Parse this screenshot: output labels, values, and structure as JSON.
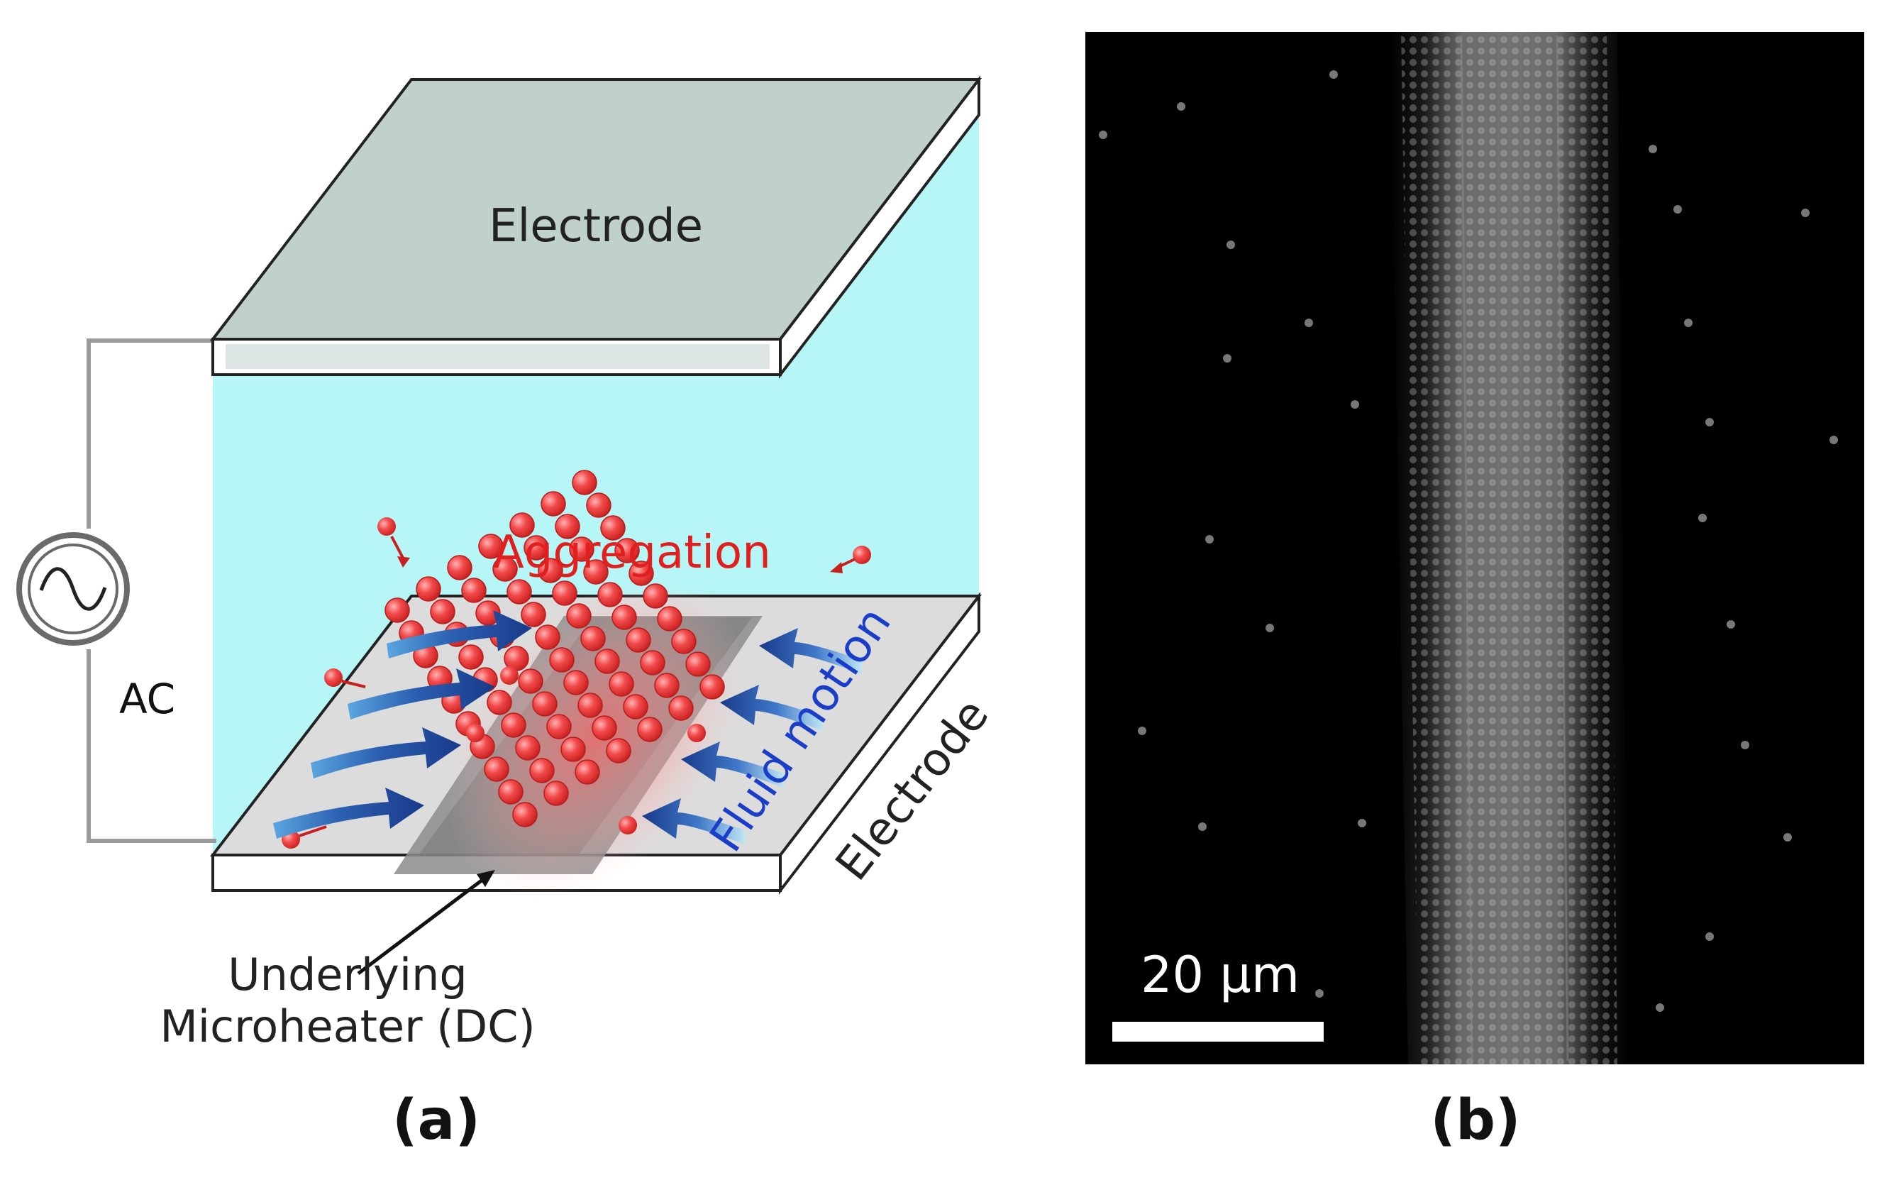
{
  "panel_a": {
    "top_electrode_label": "Electrode",
    "bottom_electrode_label": "Electrode",
    "source_label": "AC",
    "aggregation_label": "Aggregation",
    "fluid_motion_label": "Fluid motion",
    "heater_label_line1": "Underlying",
    "heater_label_line2": "Microheater (DC)",
    "panel_label": "(a)"
  },
  "panel_b": {
    "scale_bar_label": "20 µm",
    "scale_bar_length_um": 20,
    "panel_label": "(b)"
  },
  "colors": {
    "fluid": "#b6f6f7",
    "electrode": "#bfd0cd",
    "aggregation_text": "#e0201e",
    "fluid_motion_text": "#1a3ec8",
    "arrow": "#1a3c8c",
    "particle": "#f04848",
    "micrograph_bg": "#000000"
  }
}
